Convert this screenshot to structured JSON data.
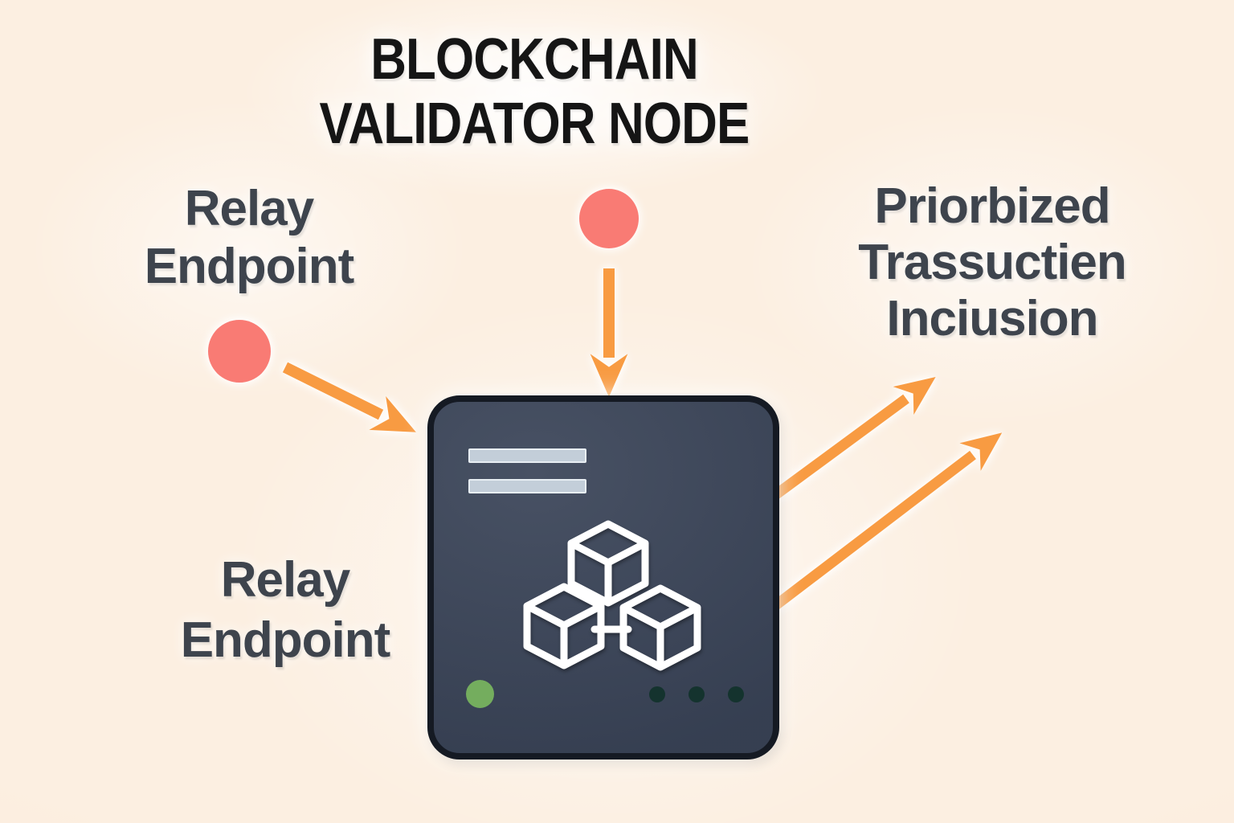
{
  "title": {
    "lines": [
      "BLOCKCHAIN",
      "VALIDATOR NODE"
    ]
  },
  "labels": {
    "relay_top": {
      "lines": [
        "Relay",
        "Endpoint"
      ]
    },
    "relay_bottom": {
      "lines": [
        "Relay",
        "Endpoint"
      ]
    },
    "output": {
      "lines": [
        "Priorbized",
        "Trassuctien",
        "Inciusion"
      ]
    }
  },
  "icons": {
    "node_icon": "blockchain-cubes-icon",
    "input_marker": "red-relay-dot",
    "flow_marker": "orange-arrow",
    "status_light": "green-status-led",
    "indicator_dots": "dark-indicator-dots",
    "server_slots": "server-slot-bars"
  },
  "colors": {
    "background": "#fcefe1",
    "title_text": "#151515",
    "label_text": "#3e444d",
    "relay_dot": "#f97b74",
    "arrow_orange": "#f89b42",
    "node_fill": "#3a4458",
    "node_border": "#151a23",
    "node_bar": "#c3ced9",
    "node_bar_border": "#e8eef3",
    "status_green": "#74ad5e",
    "indicator_dot": "#14332e",
    "cube_stroke": "#ffffff"
  }
}
